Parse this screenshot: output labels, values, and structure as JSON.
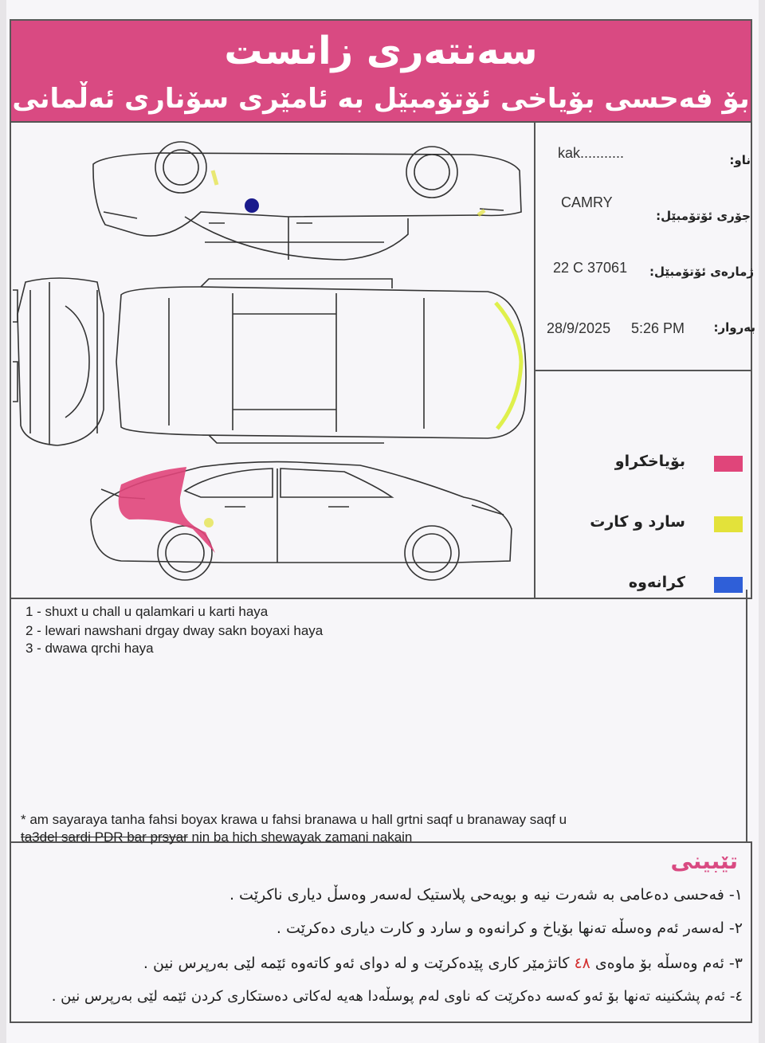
{
  "header": {
    "title": "سەنتەری زانست",
    "subtitle": "بۆ فەحسی بۆیاخی ئۆتۆمبێل بە ئامێری سۆناری ئەڵمانی"
  },
  "info": {
    "name_label": "ناو:",
    "name_value": "kak...........",
    "type_label": "جۆری ئۆتۆمبێل:",
    "type_value": "CAMRY",
    "plate_label": "ژمارەی ئۆتۆمبێل:",
    "plate_value": "22 C 37061",
    "date_label": "بەروار:",
    "date_value": "28/9/2025",
    "time_value": "5:26 PM"
  },
  "legend": [
    {
      "label": "بۆیاخکراو",
      "color": "#e0457a"
    },
    {
      "label": "سارد و کارت",
      "color": "#e3e23a"
    },
    {
      "label": "کرانەوە",
      "color": "#2f5fd8"
    }
  ],
  "notes": [
    "1 - shuxt u chall u qalamkari u karti haya",
    "2 - lewari nawshani drgay dway sakn boyaxi haya",
    "3 - dwawa qrchi haya"
  ],
  "disclaimer": {
    "line1": "* am sayaraya tanha fahsi boyax krawa u fahsi branawa u hall grtni saqf u branaway saqf u",
    "line2_struck": "ta3del  sardi PDR bar prsyar",
    "line2_rest": " nin ba hich shewayak zamani nakain"
  },
  "remarks": {
    "title": "تێبینی",
    "item1": "١- فەحسی دەعامی بە شەرت نیە و بویەحی پلاستیک لەسەر وەسڵ دیاری ناکرێت .",
    "item2": "٢- لەسەر ئەم وەسڵە تەنها بۆیاخ و کرانەوە و سارد و کارت دیاری دەکرێت .",
    "item3_pre": "٣- ئەم وەسڵە بۆ ماوەی",
    "item3_num": "٤٨",
    "item3_post": "کاتژمێر کاری پێدەکرێت و لە دوای ئەو کاتەوە ئێمە لێی بەرپرس نین .",
    "item4": "٤- ئەم پشکنینە تەنها بۆ ئەو کەسە دەکرێت کە ناوی لەم پوسڵەدا هەیە لەکاتی دەستکاری کردن ئێمە لێی بەرپرس نین ."
  }
}
